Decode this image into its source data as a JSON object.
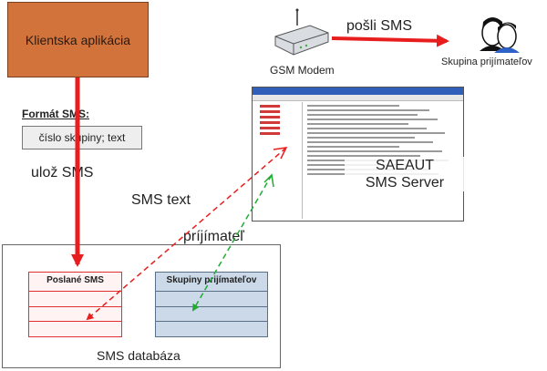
{
  "client_app": {
    "label": "Klientska aplikácia"
  },
  "format": {
    "label": "Formát SMS:",
    "value": "číslo skupiny; text"
  },
  "edges": {
    "store": "ulož SMS",
    "sms_text": "SMS text",
    "recipient": "príjímateľ",
    "send": "pošli SMS"
  },
  "modem": {
    "label": "GSM Modem"
  },
  "recipient_group": {
    "label": "Skupina prijímateľov"
  },
  "server": {
    "line1": "SAEAUT",
    "line2": "SMS Server"
  },
  "database": {
    "label": "SMS databáza",
    "sent_table": "Poslané SMS",
    "groups_table": "Skupiny prijímateľov"
  },
  "colors": {
    "client_box": "#d2733c",
    "arrow_red": "#e81e1e",
    "arrow_green": "#22aa33",
    "groups_fill": "#cbd9e8"
  },
  "icons": [
    "modem-icon",
    "people-icon",
    "server-window-icon"
  ]
}
